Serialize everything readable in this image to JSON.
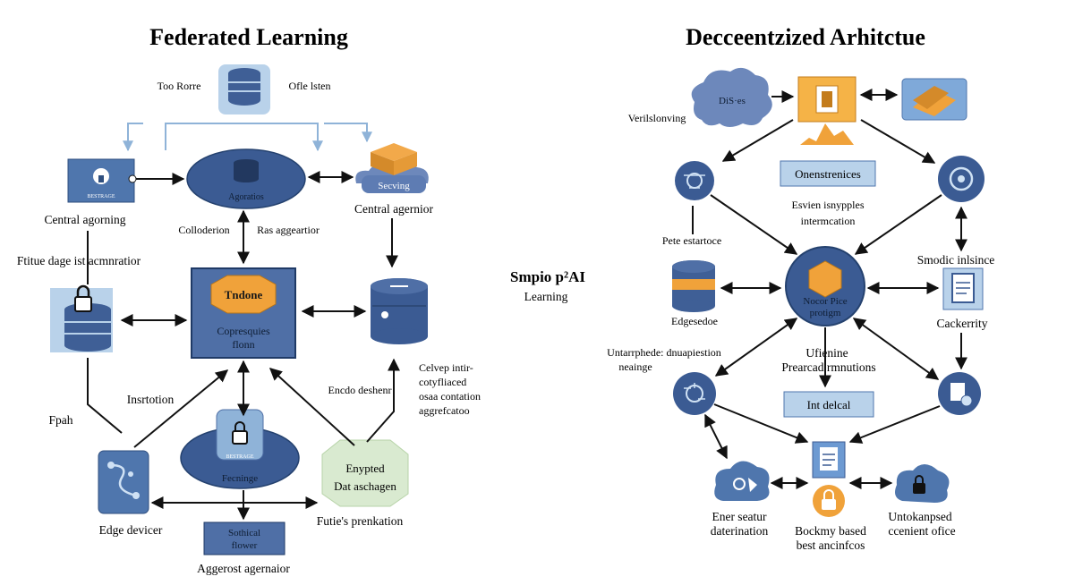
{
  "titles": {
    "left": "Federated Learning",
    "right": "Decceentzized Arhitctue"
  },
  "center": {
    "line1": "Smpio p²AI",
    "line2": "Learning"
  },
  "left": {
    "top_left_label": "Too Rorre",
    "top_right_label": "Ofle lsten",
    "lock_box_text": "BESTRAGE",
    "central_left_label": "Central agorning",
    "ellipse_top_text": "Agoratios",
    "server_text": "Secving",
    "central_right_label": "Central agernior",
    "collection_label": "Colloderion",
    "aggregation_label": "Ras aggeartior",
    "future_label": "Ftitue dage ist acmnratior",
    "main_box_title": "Tndone",
    "main_box_text1": "Copresquies",
    "main_box_text2": "flonn",
    "instruction_label": "Insrtotion",
    "fpah_label": "Fpah",
    "encode_label": "Encdo deshenr",
    "right_note1": "Celvep intir-",
    "right_note2": "cotyfliaced",
    "right_note3": "osaa contation",
    "right_note4": "aggrefcatoo",
    "bottom_ellipse_badge": "BESTRAGE",
    "bottom_ellipse_text": "Fecninge",
    "encrypted1": "Enypted",
    "encrypted2": "Dat aschagen",
    "edge_device_label": "Edge devicer",
    "future_prenk_label": "Futie's prenkation",
    "stat_box1": "Sothical",
    "stat_box2": "flower",
    "agg_bottom_label": "Aggerost agernaior"
  },
  "right": {
    "cloud_text": "DiS·es",
    "verify_label": "Verilslonving",
    "onenstrenices": "Onenstrenices",
    "esvien1": "Esvien isnypples",
    "esvien2": "intermcation",
    "pete_label": "Pete estartoce",
    "smodic_label": "Smodic inlsince",
    "edge_label": "Edgesedoe",
    "center_text1": "Nocor Pice",
    "center_text2": "protigm",
    "cackerrity_label": "Cackerrity",
    "untarr1": "Untarrphede: dnuapiestion",
    "untarr2": "neainge",
    "ufienine1": "Ufienine",
    "ufienine2": "Prearcad rmnutions",
    "int_delcal": "Int delcal",
    "ener1": "Ener seatur",
    "ener2": "daterination",
    "bockmy1": "Bockmy based",
    "bockmy2": "best ancinfcos",
    "untok1": "Untokanpsed",
    "untok2": "ccenient ofice"
  },
  "colors": {
    "navy": "#2f4f7f",
    "blue": "#4f6fa6",
    "blue_dark": "#33558f",
    "light_blue": "#b9d2ea",
    "orange": "#f0a23a",
    "green_box": "#d9ead0",
    "line": "#111111"
  }
}
